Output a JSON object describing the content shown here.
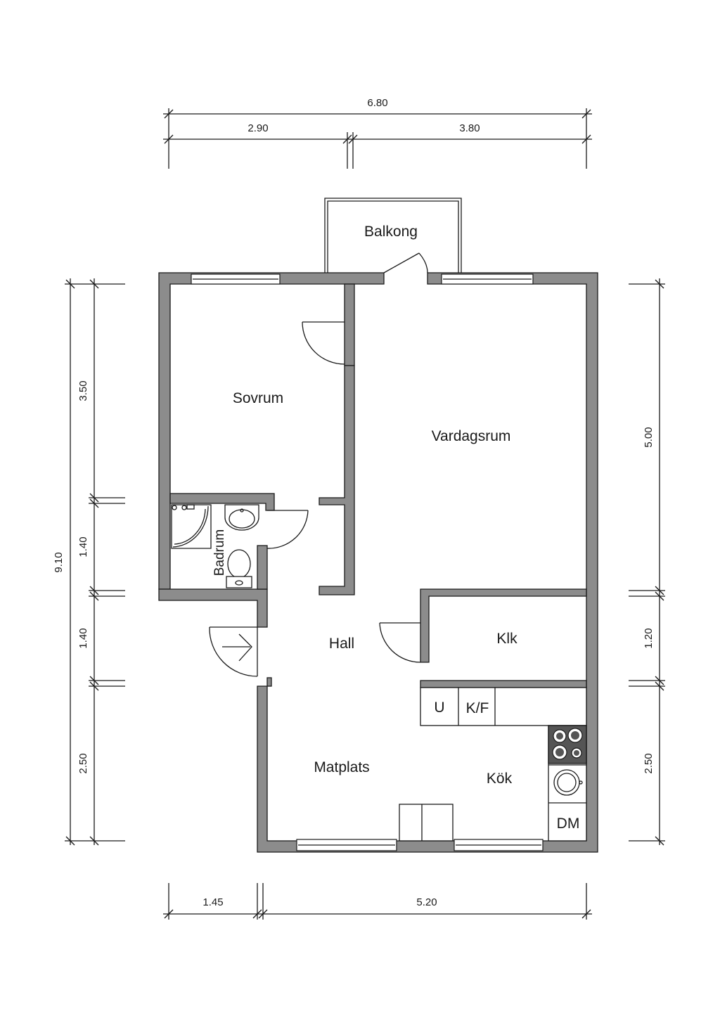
{
  "rooms": {
    "balkong": "Balkong",
    "sovrum": "Sovrum",
    "vardagsrum": "Vardagsrum",
    "badrum": "Badrum",
    "hall": "Hall",
    "klk": "Klk",
    "matplats": "Matplats",
    "kok": "Kök"
  },
  "appliances": {
    "u": "U",
    "kf": "K/F",
    "dm": "DM"
  },
  "dimensions": {
    "top_total": "6.80",
    "top_left": "2.90",
    "top_right": "3.80",
    "left_total": "9.10",
    "left_1": "3.50",
    "left_2": "1.40",
    "left_3": "1.40",
    "left_4": "2.50",
    "right_1": "5.00",
    "right_2": "1.20",
    "right_3": "2.50",
    "bottom_left": "1.45",
    "bottom_right": "5.20"
  },
  "colors": {
    "wall": "#8c8c8c",
    "line": "#1a1a1a",
    "stove": "#555555"
  }
}
